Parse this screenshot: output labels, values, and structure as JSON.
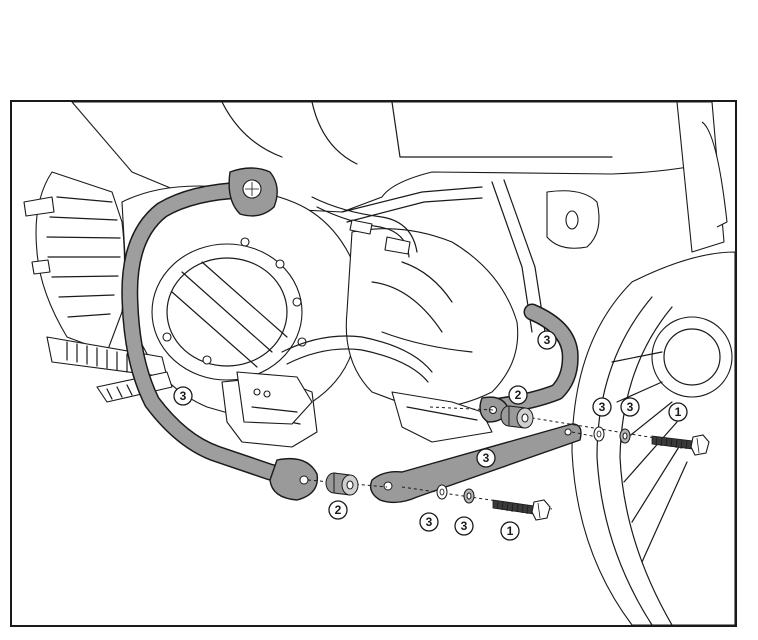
{
  "callouts": {
    "bolt_front": "1",
    "bolt_lower": "1",
    "spacer_upper": "2",
    "spacer_lower": "2",
    "washer_front_a": "3",
    "washer_front_b": "3",
    "washer_lower_a": "3",
    "washer_lower_b": "3",
    "guard_main": "3",
    "guard_rear": "3",
    "bracket": "3"
  }
}
